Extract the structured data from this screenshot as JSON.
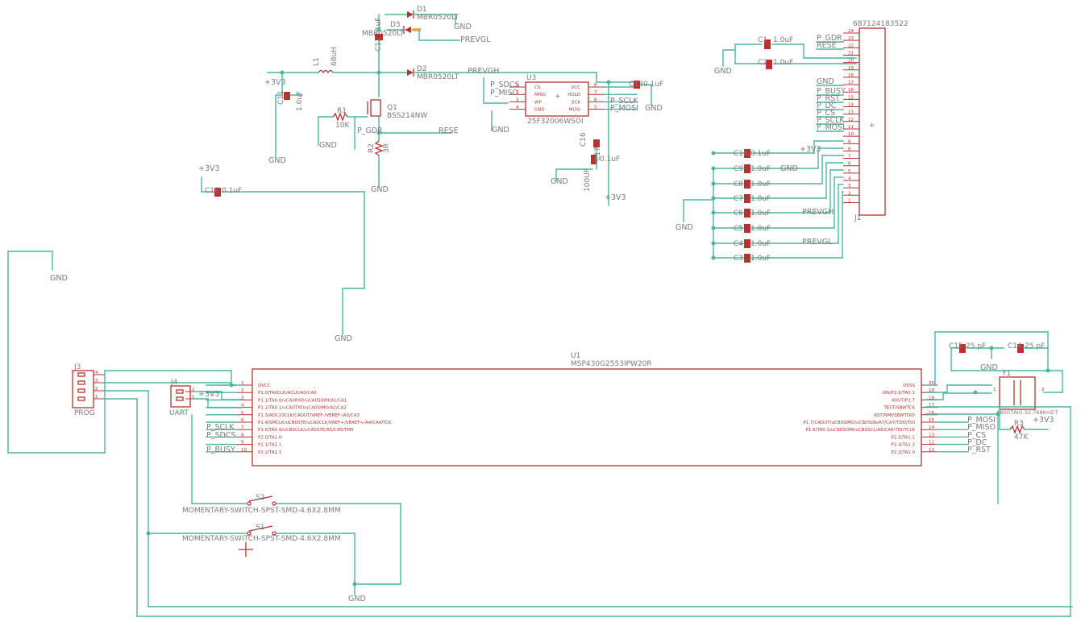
{
  "components": {
    "D1": {
      "name": "D1",
      "value": "MBR0520LT"
    },
    "D2": {
      "name": "D2",
      "value": "MBR0520LT"
    },
    "D3": {
      "name": "D3",
      "value": "MBR0520LT"
    },
    "C12": {
      "name": "C12",
      "value": "1uF"
    },
    "L1": {
      "name": "L1",
      "value": "68uH"
    },
    "C11": {
      "name": "C11",
      "value": "1.0uF"
    },
    "R1": {
      "name": "R1",
      "value": "10K"
    },
    "R2": {
      "name": "R2",
      "value": "3R"
    },
    "Q1": {
      "name": "Q1",
      "value": "BSS214NW"
    },
    "U3": {
      "name": "U3",
      "value": "25F32006WSOI",
      "pins_left": [
        "CS",
        "MISO",
        "WP",
        "GND"
      ],
      "pins_right": [
        "VCC",
        "HOLD",
        "SCK",
        "MOSI"
      ],
      "nums_left": [
        "1",
        "2",
        "3",
        "4"
      ],
      "nums_right": [
        "8",
        "7",
        "6",
        "5"
      ]
    },
    "C13": {
      "name": "C13",
      "value": "0.1uF"
    },
    "C17": {
      "name": "C17",
      "value": "100UF"
    },
    "C16": {
      "name": "C16",
      "value": "0.1uF"
    },
    "C18": {
      "name": "C18",
      "value": "0.1uF"
    },
    "U1": {
      "name": "U1",
      "value": "MSP430G2553IPW20R"
    },
    "J1": {
      "name": "J1",
      "value": "687124183522"
    },
    "J3": {
      "name": "J3",
      "value": "PROG"
    },
    "J4": {
      "name": "J4",
      "value": "UART"
    },
    "S1": {
      "name": "S1",
      "value": "MOMENTARY-SWITCH-SPST-SMD-4.6X2.8MM"
    },
    "S2": {
      "name": "S2",
      "value": "MOMENTARY-SWITCH-SPST-SMD-4.6X2.8MM"
    },
    "C14": {
      "name": "C14",
      "value": "25 pF"
    },
    "C15": {
      "name": "C15",
      "value": "25 pF"
    },
    "R3": {
      "name": "R3",
      "value": "47K"
    },
    "Y1": {
      "name": "Y1",
      "value": "ABS07AIG-32.768KHZ-T"
    },
    "J1caps": [
      {
        "name": "C10",
        "value": "0.1uF"
      },
      {
        "name": "C9",
        "value": "1.0uF"
      },
      {
        "name": "C8",
        "value": "1.0uF"
      },
      {
        "name": "C7",
        "value": "1.0uF"
      },
      {
        "name": "C6",
        "value": "1.0uF"
      },
      {
        "name": "C5",
        "value": "1.0uF"
      },
      {
        "name": "C4",
        "value": "1.0uF"
      },
      {
        "name": "C3",
        "value": "1.0uF"
      }
    ],
    "C1": {
      "name": "C1",
      "value": "1.0uF"
    },
    "C2": {
      "name": "C2",
      "value": "1.0uF"
    }
  },
  "u1_pins_left": [
    {
      "num": "1",
      "name": "DVCC"
    },
    {
      "num": "2",
      "name": "P1.0/TA0CLK/ACLK/A0/CA0"
    },
    {
      "num": "3",
      "name": "P1.1/TA0.0/uCA0RXD/uCA0SOMI/A1/CA1"
    },
    {
      "num": "4",
      "name": "P1.2/TA0.1/uCA0TXD/uCA0SIMO/A2/CA2"
    },
    {
      "num": "5",
      "name": "P1.3/ADC10CLK/CAOUT/VREF-/VEREF-/A3/CA3"
    },
    {
      "num": "6",
      "name": "P1.4/SMCLK/uCB0STE/uCA0CLK/VREF+/VEREF+/A4/CA4/TCK"
    },
    {
      "num": "7",
      "name": "P1.5/TA0.0/uCB0CLK/uCA0STE/A5/CA5/TMS"
    },
    {
      "num": "8",
      "name": "P2.0/TA1.0"
    },
    {
      "num": "9",
      "name": "P2.1/TA1.1"
    },
    {
      "num": "10",
      "name": "P2.2/TA1.1"
    }
  ],
  "u1_pins_right": [
    {
      "num": "20",
      "name": "DVSS"
    },
    {
      "num": "19",
      "name": "XIN/P2.6/TA0.1"
    },
    {
      "num": "18",
      "name": "XOUT/P2.7"
    },
    {
      "num": "17",
      "name": "TEST/SBWTCK"
    },
    {
      "num": "16",
      "name": "RST/NMI/SBWTDIO"
    },
    {
      "num": "15",
      "name": "P1.7/CAOUT/uCB0SIMO/uCB0SDA/A7/CA7/TDO/TDI"
    },
    {
      "num": "14",
      "name": "P1.6/TA0.1/uCB0SOMI/uCB0SCL/A6/CA6/TDI/TCLK"
    },
    {
      "num": "13",
      "name": "P2.5/TA1.2"
    },
    {
      "num": "12",
      "name": "P2.4/TA1.2"
    },
    {
      "num": "11",
      "name": "P2.3/TA1.0"
    }
  ],
  "j1_pins": [
    "24",
    "23",
    "22",
    "21",
    "20",
    "19",
    "18",
    "17",
    "16",
    "15",
    "14",
    "13",
    "12",
    "11",
    "10",
    "9",
    "8",
    "7",
    "6",
    "5",
    "4",
    "3",
    "2",
    "1"
  ],
  "j1_labels": [
    "P_GDR",
    "RESE",
    "GND",
    "P_BUSY",
    "P_RST",
    "P_DC",
    "P_CS",
    "P_SCLK",
    "P_MOSI"
  ],
  "nets": {
    "gnd": "GND",
    "v3": "+3V3",
    "prevgh": "PREVGH",
    "prevgl": "PREVGL",
    "rese": "RESE",
    "pgdr": "P_GDR",
    "psdcs": "P_SDCS",
    "pmiso": "P_MISO",
    "psclk": "P_SCLK",
    "pmosi": "P_MOSI",
    "pbusy": "P_BUSY",
    "pcs": "P_CS",
    "pdc": "P_DC",
    "prst": "P_RST"
  },
  "j3_pins": [
    "4",
    "3",
    "2",
    "1"
  ],
  "j4_pins": [
    "2",
    "1"
  ],
  "y1_pins": [
    "1",
    "2"
  ],
  "colors": {
    "wire": "#4cb5a0",
    "symbol": "#b8312f",
    "text": "#7a7a7a",
    "pad": "#e8b04c"
  }
}
